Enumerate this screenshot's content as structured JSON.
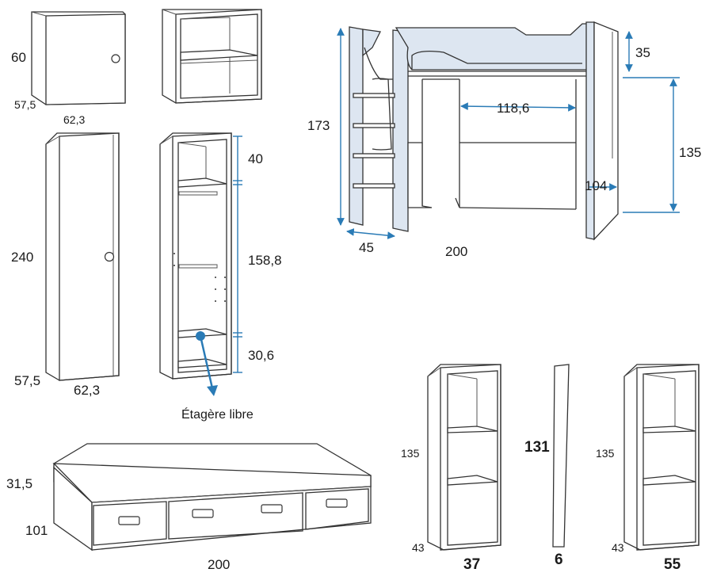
{
  "colors": {
    "line": "#333333",
    "dimension_blue": "#2a7bb6",
    "panel_tint": "#dde6f1",
    "background": "#ffffff"
  },
  "cabinet_small": {
    "height": "60",
    "depth": "57,5",
    "width": "62,3"
  },
  "wardrobe": {
    "height": "240",
    "depth": "57,5",
    "width": "62,3"
  },
  "wardrobe_interior": {
    "top": "40",
    "middle": "158,8",
    "bottom": "30,6",
    "note": "Étagère libre"
  },
  "loft_bed": {
    "total_height": "173",
    "top_gap": "35",
    "under_height": "135",
    "inner_width": "118,6",
    "inner_height": "104",
    "ladder_depth": "45",
    "length": "200"
  },
  "trundle": {
    "height": "31,5",
    "width": "101",
    "length": "200"
  },
  "bookcase_left": {
    "height": "135",
    "depth": "43",
    "width": "37"
  },
  "side_panel": {
    "height": "131",
    "width": "6"
  },
  "bookcase_right": {
    "height": "135",
    "depth": "43",
    "width": "55"
  }
}
